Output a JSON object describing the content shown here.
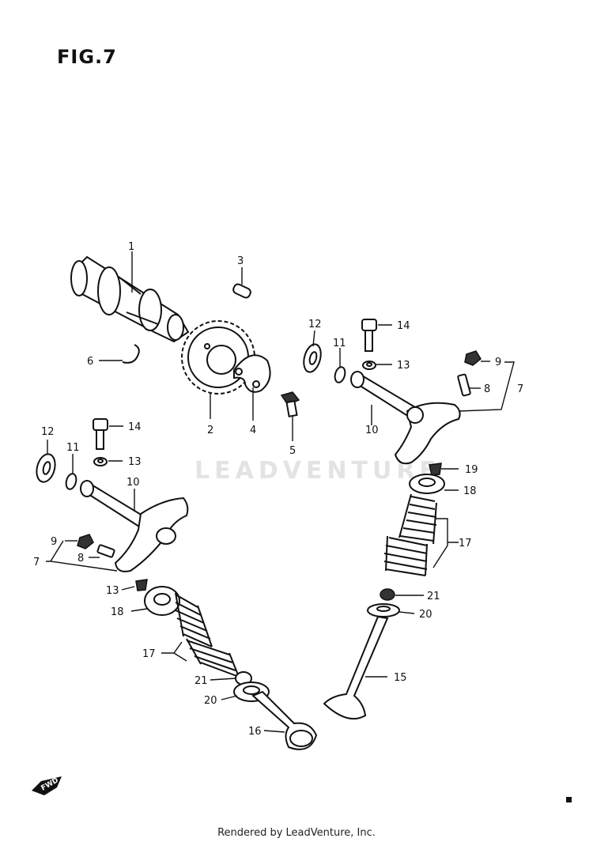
{
  "figure_title": "FIG.7",
  "watermark": "LEADVENTURE",
  "footer_text": "Rendered by LeadVenture, Inc.",
  "fwd_label": "FWD",
  "callouts": [
    {
      "id": "c1",
      "label": "1"
    },
    {
      "id": "c3",
      "label": "3"
    },
    {
      "id": "c6",
      "label": "6"
    },
    {
      "id": "c2",
      "label": "2"
    },
    {
      "id": "c4",
      "label": "4"
    },
    {
      "id": "c5",
      "label": "5"
    },
    {
      "id": "c12a",
      "label": "12"
    },
    {
      "id": "c11a",
      "label": "11"
    },
    {
      "id": "c14a",
      "label": "14"
    },
    {
      "id": "c13a",
      "label": "13"
    },
    {
      "id": "c9a",
      "label": "9"
    },
    {
      "id": "c8a",
      "label": "8"
    },
    {
      "id": "c7a",
      "label": "7"
    },
    {
      "id": "c10a",
      "label": "10"
    },
    {
      "id": "c19",
      "label": "19"
    },
    {
      "id": "c18a",
      "label": "18"
    },
    {
      "id": "c17a",
      "label": "17"
    },
    {
      "id": "c21a",
      "label": "21"
    },
    {
      "id": "c20a",
      "label": "20"
    },
    {
      "id": "c15",
      "label": "15"
    },
    {
      "id": "c12b",
      "label": "12"
    },
    {
      "id": "c11b",
      "label": "11"
    },
    {
      "id": "c14b",
      "label": "14"
    },
    {
      "id": "c13b",
      "label": "13"
    },
    {
      "id": "c10b",
      "label": "10"
    },
    {
      "id": "c9b",
      "label": "9"
    },
    {
      "id": "c7b",
      "label": "7"
    },
    {
      "id": "c8b",
      "label": "8"
    },
    {
      "id": "c13c",
      "label": "13"
    },
    {
      "id": "c18b",
      "label": "18"
    },
    {
      "id": "c17b",
      "label": "17"
    },
    {
      "id": "c21b",
      "label": "21"
    },
    {
      "id": "c20b",
      "label": "20"
    },
    {
      "id": "c16",
      "label": "16"
    }
  ]
}
